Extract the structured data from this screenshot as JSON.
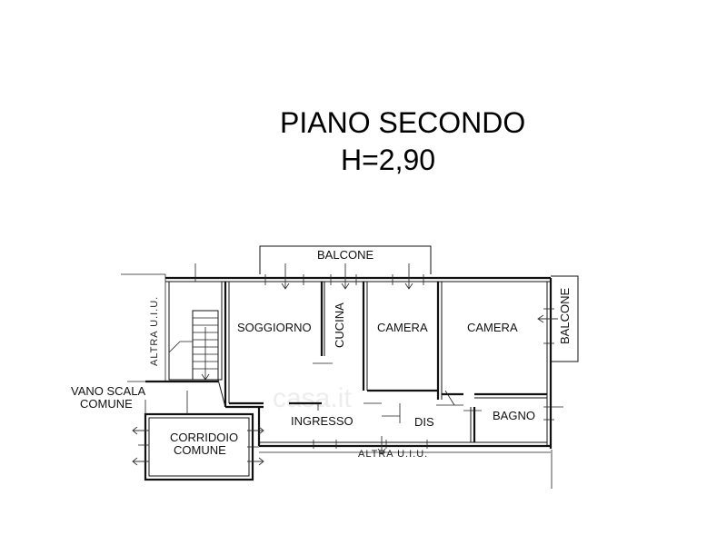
{
  "title": {
    "line1": "PIANO SECONDO",
    "line2": "H=2,90"
  },
  "rooms": {
    "balcone_top": "BALCONE",
    "balcone_right": "BALCONE",
    "soggiorno": "SOGGIORNO",
    "cucina": "CUCINA",
    "camera_1": "CAMERA",
    "camera_2": "CAMERA",
    "bagno": "BAGNO",
    "ingresso": "INGRESSO",
    "dis": "DIS",
    "vano_scala_line1": "VANO SCALA",
    "vano_scala_line2": "COMUNE",
    "corridoio_line1": "CORRIDOIO",
    "corridoio_line2": "COMUNE"
  },
  "neighbors": {
    "left": "ALTRA U.I.U.",
    "bottom": "ALTRA U.I.U."
  },
  "watermark": "casa.it"
}
